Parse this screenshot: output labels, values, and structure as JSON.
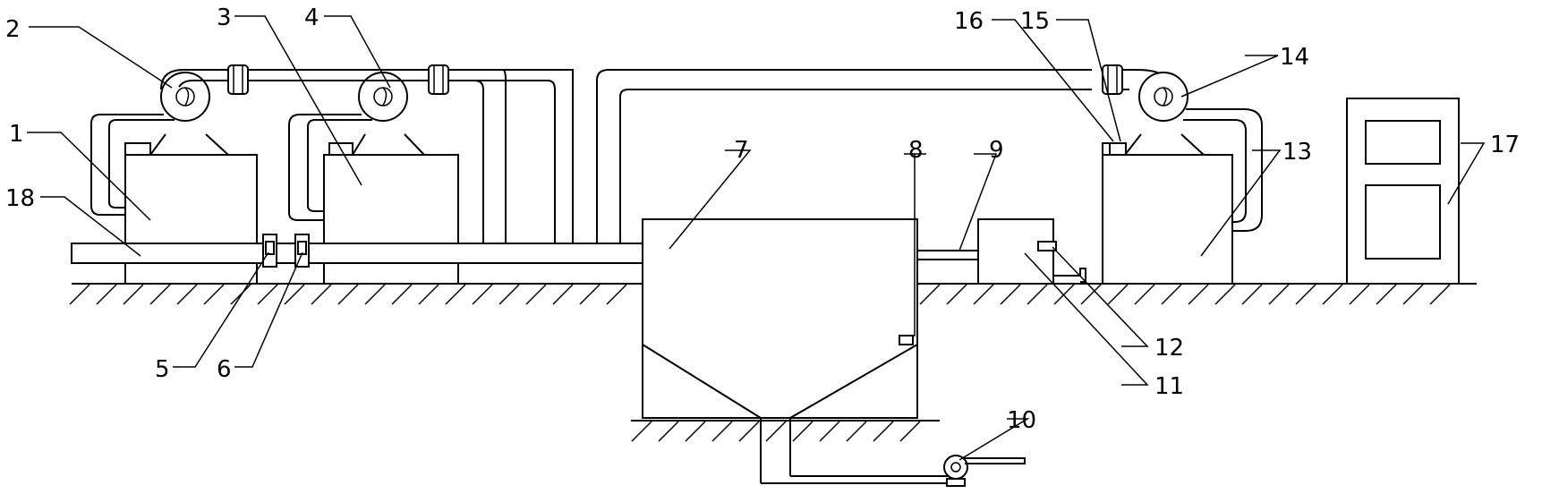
{
  "labels": [
    "1",
    "2",
    "3",
    "4",
    "5",
    "6",
    "7",
    "8",
    "9",
    "10",
    "11",
    "12",
    "13",
    "14",
    "15",
    "16",
    "17",
    "18"
  ]
}
